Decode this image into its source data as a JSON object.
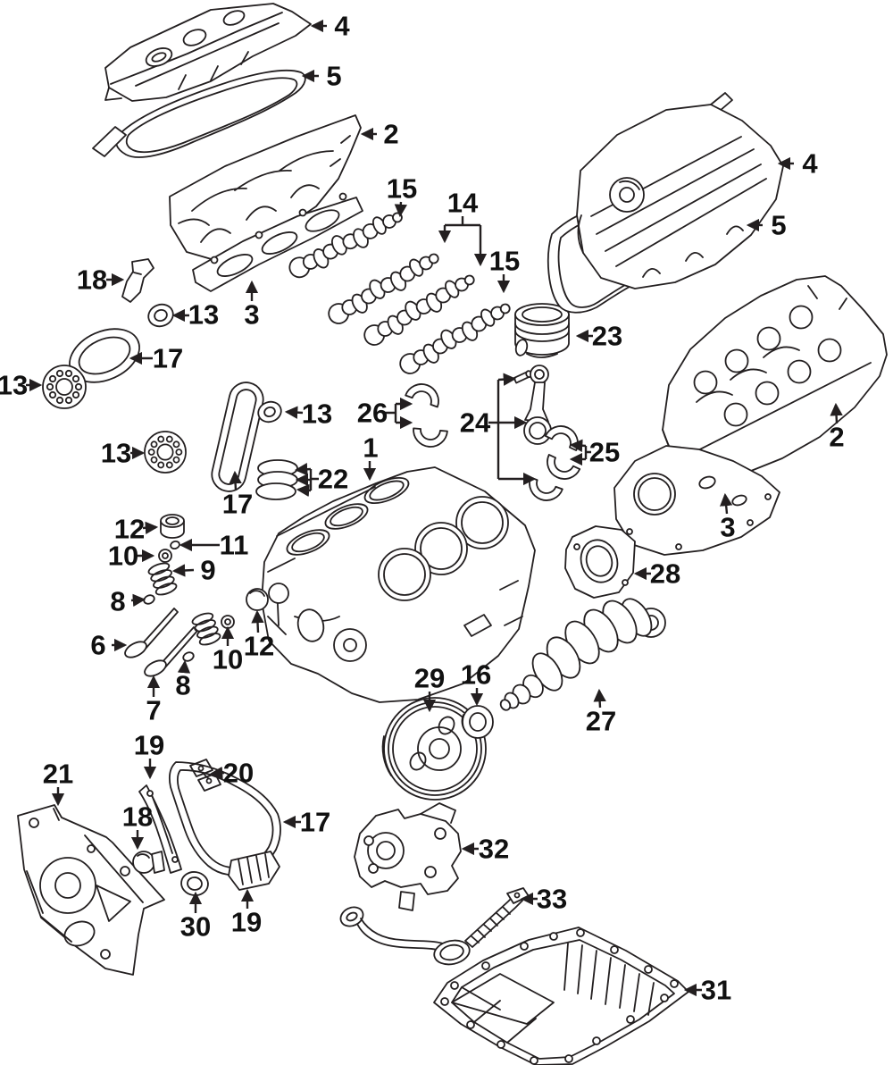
{
  "diagram": {
    "background_color": "#ffffff",
    "line_color": "#231f20",
    "callouts": [
      {
        "part": "valve-cover-left",
        "label": "4"
      },
      {
        "part": "valve-cover-gasket-left",
        "label": "5"
      },
      {
        "part": "cylinder-head-left",
        "label": "2"
      },
      {
        "part": "camshaft-upper",
        "label": "15"
      },
      {
        "part": "camshaft-pair",
        "label": "14"
      },
      {
        "part": "camshaft-lower",
        "label": "15"
      },
      {
        "part": "chain-guide-upper",
        "label": "18"
      },
      {
        "part": "camshaft-seal-upper",
        "label": "13"
      },
      {
        "part": "head-gasket-left",
        "label": "3"
      },
      {
        "part": "oval-gasket",
        "label": "17"
      },
      {
        "part": "sprocket-left",
        "label": "13"
      },
      {
        "part": "sprocket-right",
        "label": "13"
      },
      {
        "part": "camshaft-seal-mid",
        "label": "13"
      },
      {
        "part": "main-bearings",
        "label": "26"
      },
      {
        "part": "engine-block",
        "label": "1"
      },
      {
        "part": "piston-rings",
        "label": "22"
      },
      {
        "part": "timing-chain-upper",
        "label": "17"
      },
      {
        "part": "piston",
        "label": "23"
      },
      {
        "part": "connecting-rod",
        "label": "24"
      },
      {
        "part": "rod-bearings",
        "label": "25"
      },
      {
        "part": "cylinder-head-right",
        "label": "2"
      },
      {
        "part": "head-gasket-right",
        "label": "3"
      },
      {
        "part": "rear-plate",
        "label": "28"
      },
      {
        "part": "tappet-a",
        "label": "12"
      },
      {
        "part": "valve-keeper",
        "label": "11"
      },
      {
        "part": "spring-retainer-a",
        "label": "10"
      },
      {
        "part": "valve-spring",
        "label": "9"
      },
      {
        "part": "valve-seal-a",
        "label": "8"
      },
      {
        "part": "intake-valve",
        "label": "6"
      },
      {
        "part": "tappet-b",
        "label": "12"
      },
      {
        "part": "spring-retainer-b",
        "label": "10"
      },
      {
        "part": "valve-seal-b",
        "label": "8"
      },
      {
        "part": "exhaust-valve",
        "label": "7"
      },
      {
        "part": "crank-pulley",
        "label": "29"
      },
      {
        "part": "front-seal",
        "label": "16"
      },
      {
        "part": "crankshaft",
        "label": "27"
      },
      {
        "part": "valve-cover-right",
        "label": "4"
      },
      {
        "part": "valve-cover-gasket-right",
        "label": "5"
      },
      {
        "part": "timing-cover",
        "label": "21"
      },
      {
        "part": "chain-guide-a",
        "label": "19"
      },
      {
        "part": "tensioner-arm",
        "label": "20"
      },
      {
        "part": "tensioner-lower",
        "label": "18"
      },
      {
        "part": "timing-chain-lower",
        "label": "17"
      },
      {
        "part": "seal-ring",
        "label": "30"
      },
      {
        "part": "chain-guide-b",
        "label": "19"
      },
      {
        "part": "oil-pump",
        "label": "32"
      },
      {
        "part": "pickup-brace",
        "label": "33"
      },
      {
        "part": "oil-pan",
        "label": "31"
      }
    ]
  }
}
